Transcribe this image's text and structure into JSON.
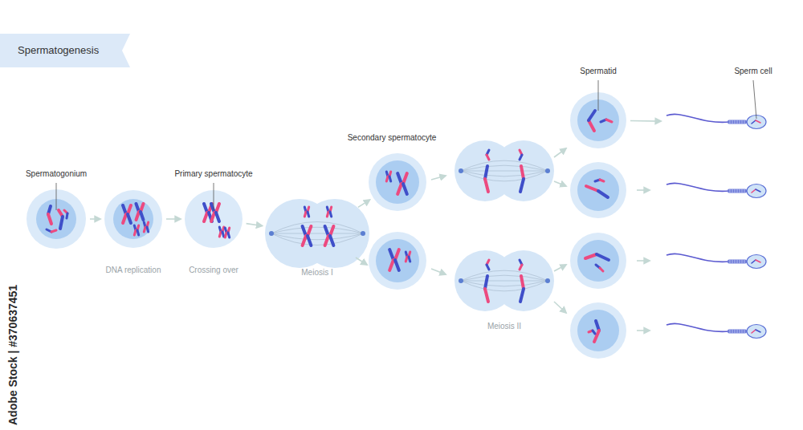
{
  "diagram": {
    "title": "Spermatogenesis",
    "nodes": [
      {
        "text": [
          "Spermatogonium"
        ]
      },
      {
        "text": [
          "DNA replication"
        ]
      },
      {
        "text": [
          "Primary spermatocyte",
          "Crossing over"
        ]
      },
      {
        "text": [
          "Meiosis I"
        ]
      },
      {
        "text": [
          "Secondary spermatocyte"
        ]
      },
      {
        "text": [
          "Meiosis II"
        ]
      },
      {
        "text": [
          "Spermatid"
        ]
      },
      {
        "text": [
          "Sperm cell"
        ]
      }
    ],
    "edges": [
      {
        "from": 0,
        "to": 1,
        "arrow": "to"
      },
      {
        "from": 1,
        "to": 2,
        "arrow": "to"
      },
      {
        "from": 2,
        "to": 3,
        "arrow": "to"
      },
      {
        "from": 3,
        "to": 4,
        "arrow": "to"
      },
      {
        "from": 6,
        "to": 7,
        "arrow": "to"
      }
    ],
    "labels": [
      "Adobe Stock | #370637451"
    ]
  }
}
